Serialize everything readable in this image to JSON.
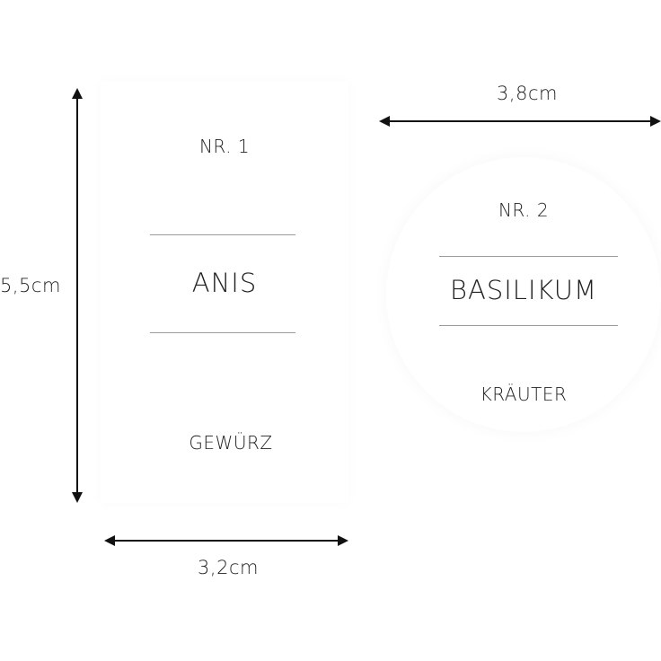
{
  "dimensions": {
    "rect_height": "5,5cm",
    "rect_width": "3,2cm",
    "circle_diameter": "3,8cm"
  },
  "label1": {
    "number": "NR. 1",
    "name": "ANIS",
    "category": "GEWÜRZ"
  },
  "label2": {
    "number": "NR. 2",
    "name": "BASILIKUM",
    "category": "KRÄUTER"
  },
  "colors": {
    "text": "#222222",
    "rule": "#9a9a9a",
    "arrow": "#111111"
  }
}
